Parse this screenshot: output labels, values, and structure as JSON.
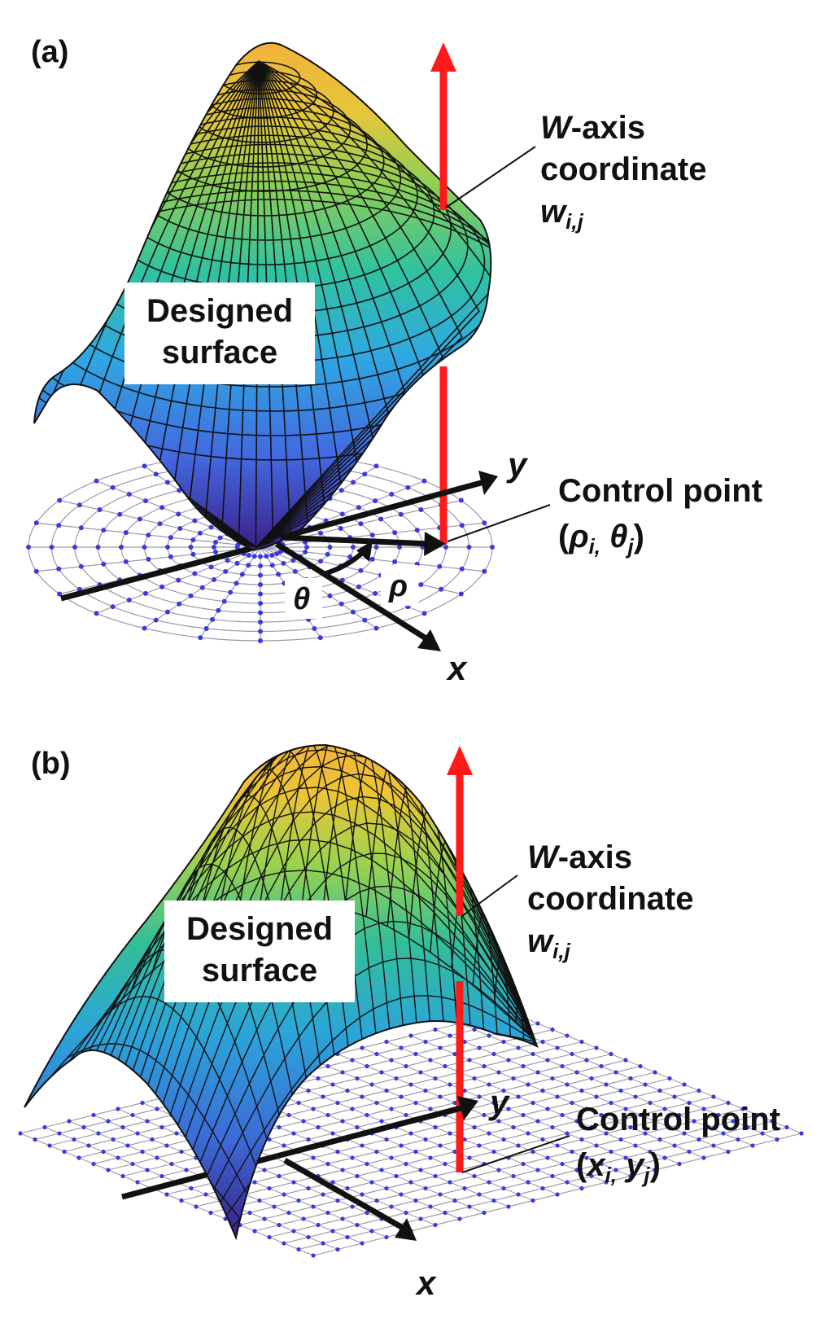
{
  "panels": [
    {
      "label": "(a)",
      "surface_label": [
        "Designed",
        "surface"
      ],
      "w_label": {
        "italic": "W",
        "rest": "-axis",
        "line2": "coordinate",
        "sym": "w",
        "sub": "i,j"
      },
      "control_label": {
        "line1": "Control point",
        "open": "(",
        "a": "ρ",
        "a_sub": "i,",
        "b": "θ",
        "b_sub": "j",
        "close": ")"
      },
      "axes": {
        "x": "x",
        "y": "y"
      },
      "angle_labels": {
        "theta": "θ",
        "rho": "ρ"
      }
    },
    {
      "label": "(b)",
      "surface_label": [
        "Designed",
        "surface"
      ],
      "w_label": {
        "italic": "W",
        "rest": "-axis",
        "line2": "coordinate",
        "sym": "w",
        "sub": "i,j"
      },
      "control_label": {
        "line1": "Control point",
        "open": "(",
        "a": "x",
        "a_sub": "i,",
        "b": "y",
        "b_sub": "j",
        "close": ")"
      },
      "axes": {
        "x": "x",
        "y": "y"
      }
    }
  ],
  "colors": {
    "arrow_red": "#ff1a1a",
    "mesh_line": "#111111",
    "control_dot": "#3a3adf",
    "base_grid": "#9a9aa8",
    "viridis": [
      "#3a1f88",
      "#4467e0",
      "#2fa8e2",
      "#30c2a0",
      "#8dcf55",
      "#e6c63a",
      "#f2b33a"
    ]
  }
}
